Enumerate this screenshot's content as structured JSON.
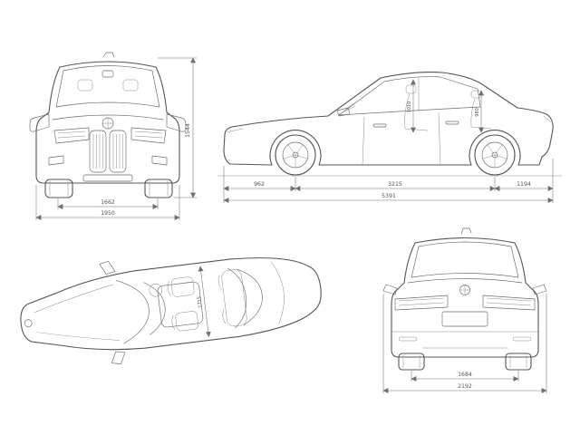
{
  "meta": {
    "title": "Sedan dimensions blueprint (four orthographic views)"
  },
  "colors": {
    "background": "#ffffff",
    "line": "#565656",
    "dimension": "#707070"
  },
  "front": {
    "height": "1544",
    "track": "1662",
    "width": "1950"
  },
  "side": {
    "front_headroom": "1010",
    "rear_headroom": "980",
    "front_overhang": "962",
    "wheelbase": "3215",
    "rear_overhang": "1194",
    "length": "5391"
  },
  "top": {
    "interior_width": "1715"
  },
  "rear": {
    "track": "1684",
    "mirror_width": "2192"
  }
}
